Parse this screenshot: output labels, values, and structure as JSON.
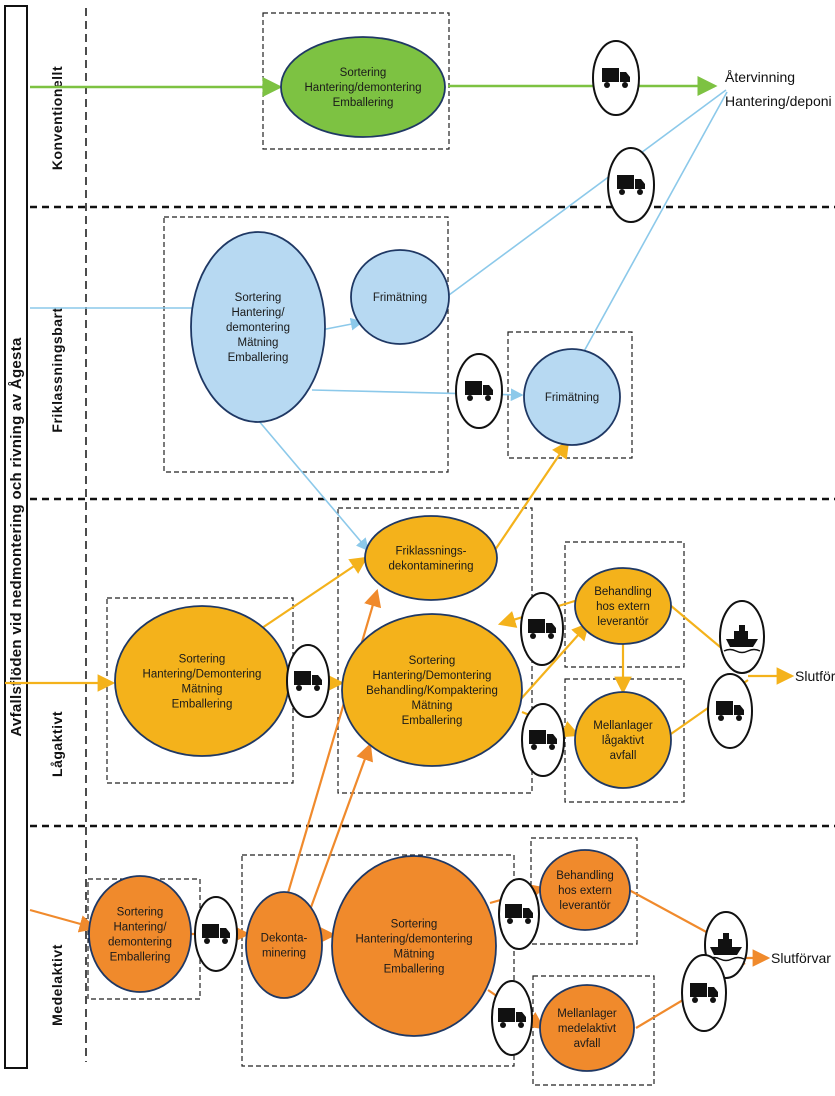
{
  "title": "Avfallsflöden vid nedmontering och rivning av Ågesta",
  "lanes": [
    {
      "id": "konv",
      "label": "Konventionellt"
    },
    {
      "id": "frik",
      "label": "Friklassningsbart"
    },
    {
      "id": "lag",
      "label": "Lågaktivt"
    },
    {
      "id": "med",
      "label": "Medelaktivt"
    }
  ],
  "destinations": {
    "konv": [
      "Återvinning",
      "Hantering/deponi"
    ],
    "lag": "Slutförva",
    "med": "Slutförvar"
  },
  "nodes": {
    "k1": [
      "Sortering",
      "Hantering/demontering",
      "Emballering"
    ],
    "f1": [
      "Sortering",
      "Hantering/",
      "demontering",
      "Mätning",
      "Emballering"
    ],
    "f2": [
      "Frimätning"
    ],
    "f3": [
      "Frimätning"
    ],
    "l0": [
      "Friklassnings-",
      "dekontaminering"
    ],
    "l1": [
      "Sortering",
      "Hantering/Demontering",
      "Mätning",
      "Emballering"
    ],
    "l2": [
      "Sortering",
      "Hantering/Demontering",
      "Behandling/Kompaktering",
      "Mätning",
      "Emballering"
    ],
    "l3": [
      "Behandling",
      "hos extern",
      "leverantör"
    ],
    "l4": [
      "Mellanlager",
      "lågaktivt",
      "avfall"
    ],
    "m1": [
      "Sortering",
      "Hantering/",
      "demontering",
      "Emballering"
    ],
    "m2": [
      "Dekonta-",
      "minering"
    ],
    "m3": [
      "Sortering",
      "Hantering/demontering",
      "Mätning",
      "Emballering"
    ],
    "m4": [
      "Behandling",
      "hos extern",
      "leverantör"
    ],
    "m5": [
      "Mellanlager",
      "medelaktivt",
      "avfall"
    ]
  },
  "colors": {
    "konventionellt": "#7dc242",
    "friklassningsbart": "#b7d9f2",
    "lagaktivt": "#f4b21b",
    "medelaktivt": "#f08a2c",
    "line_green": "#7dc242",
    "line_blue": "#8cc9ea",
    "line_yellow": "#f4b21b",
    "line_orange": "#f08a2c"
  },
  "icons": [
    "truck-icon",
    "ship-icon"
  ]
}
